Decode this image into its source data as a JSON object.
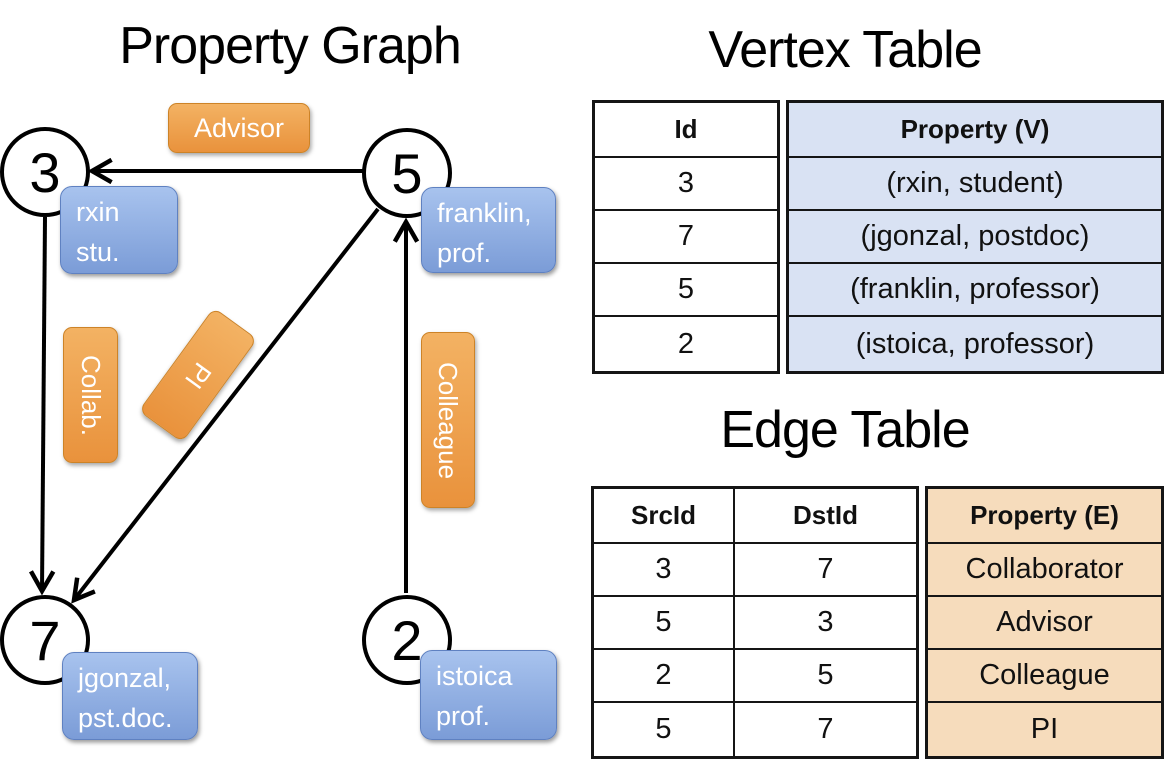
{
  "graph": {
    "title": "Property Graph",
    "nodes": [
      {
        "id": "3",
        "line1": "rxin",
        "line2": "stu."
      },
      {
        "id": "5",
        "line1": "franklin,",
        "line2": "prof."
      },
      {
        "id": "7",
        "line1": "jgonzal,",
        "line2": "pst.doc."
      },
      {
        "id": "2",
        "line1": "istoica",
        "line2": "prof."
      }
    ],
    "edges": [
      {
        "label": "Advisor",
        "from": "5",
        "to": "3"
      },
      {
        "label": "Collab.",
        "from": "3",
        "to": "7"
      },
      {
        "label": "PI",
        "from": "5",
        "to": "7"
      },
      {
        "label": "Colleague",
        "from": "2",
        "to": "5"
      }
    ]
  },
  "vertex_table": {
    "title": "Vertex Table",
    "headers": {
      "id": "Id",
      "property": "Property (V)"
    },
    "rows": [
      {
        "id": "3",
        "property": "(rxin, student)"
      },
      {
        "id": "7",
        "property": "(jgonzal, postdoc)"
      },
      {
        "id": "5",
        "property": "(franklin, professor)"
      },
      {
        "id": "2",
        "property": "(istoica, professor)"
      }
    ]
  },
  "edge_table": {
    "title": "Edge Table",
    "headers": {
      "src": "SrcId",
      "dst": "DstId",
      "property": "Property (E)"
    },
    "rows": [
      {
        "src": "3",
        "dst": "7",
        "property": "Collaborator"
      },
      {
        "src": "5",
        "dst": "3",
        "property": "Advisor"
      },
      {
        "src": "2",
        "dst": "5",
        "property": "Colleague"
      },
      {
        "src": "5",
        "dst": "7",
        "property": "PI"
      }
    ]
  },
  "colors": {
    "vertex_label_blue_top": "#a8c3ee",
    "vertex_label_blue_bottom": "#7b9cd7",
    "edge_label_orange_top": "#f3b263",
    "edge_label_orange_bottom": "#e9923c",
    "vertex_table_fill": "#d9e2f3",
    "edge_table_fill": "#f6dcbc",
    "table_border": "#151515",
    "line_color": "#000000"
  }
}
